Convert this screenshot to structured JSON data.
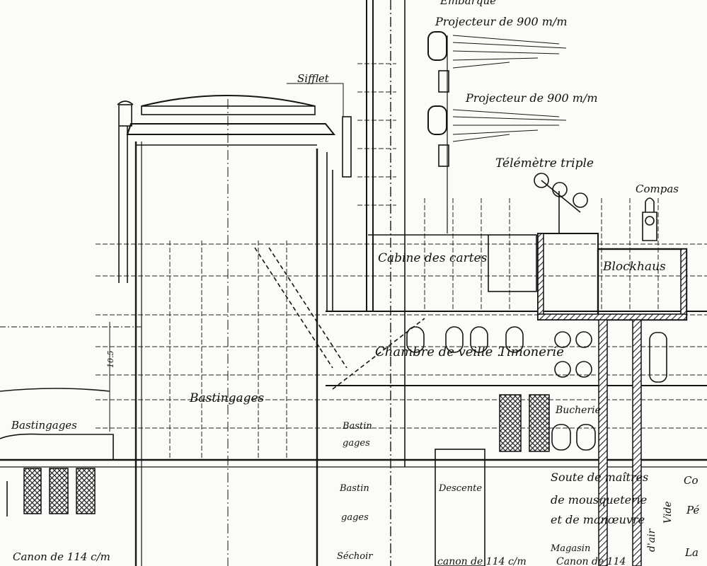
{
  "labels": {
    "embarque": "Embarque",
    "projecteur_top": "Projecteur de 900 m/m",
    "projecteur_mid": "Projecteur de 900 m/m",
    "sifflet": "Sifflet",
    "telemetre": "Télémètre triple",
    "compas": "Compas",
    "cabine": "Cabine des cartes",
    "blockhaus": "Blockhaus",
    "chambre": "Chambre de veille .",
    "timonerie": "Timonerie",
    "bastingages_main": "Bastingages",
    "bastingages_left": "Bastingages",
    "bastingages_small_1": "Bastin",
    "bastingages_small_2": "gages",
    "bastingages_mid_1": "Bastin",
    "bastingages_mid_2": "gages",
    "bucherie": "Bucherie",
    "descente": "Descente",
    "soute_1": "Soute de maîtres",
    "soute_2": "de mousqueterie",
    "soute_3": "et de manœuvre",
    "magasin": "Magasin",
    "sechoir": "Séchoir",
    "canon_left": "Canon de 114 c/m",
    "canon_mid": "canon de 114 c/m",
    "canon_right": "Canon de 114",
    "vide": "Vide",
    "dair": "d'air",
    "dimension_small": "10.5",
    "edge_co": "Co",
    "edge_pe": "Pé",
    "edge_la": "La"
  },
  "colors": {
    "ink": "#1a1a1a",
    "paper": "#fbfbf8",
    "hatch": "#333333"
  }
}
